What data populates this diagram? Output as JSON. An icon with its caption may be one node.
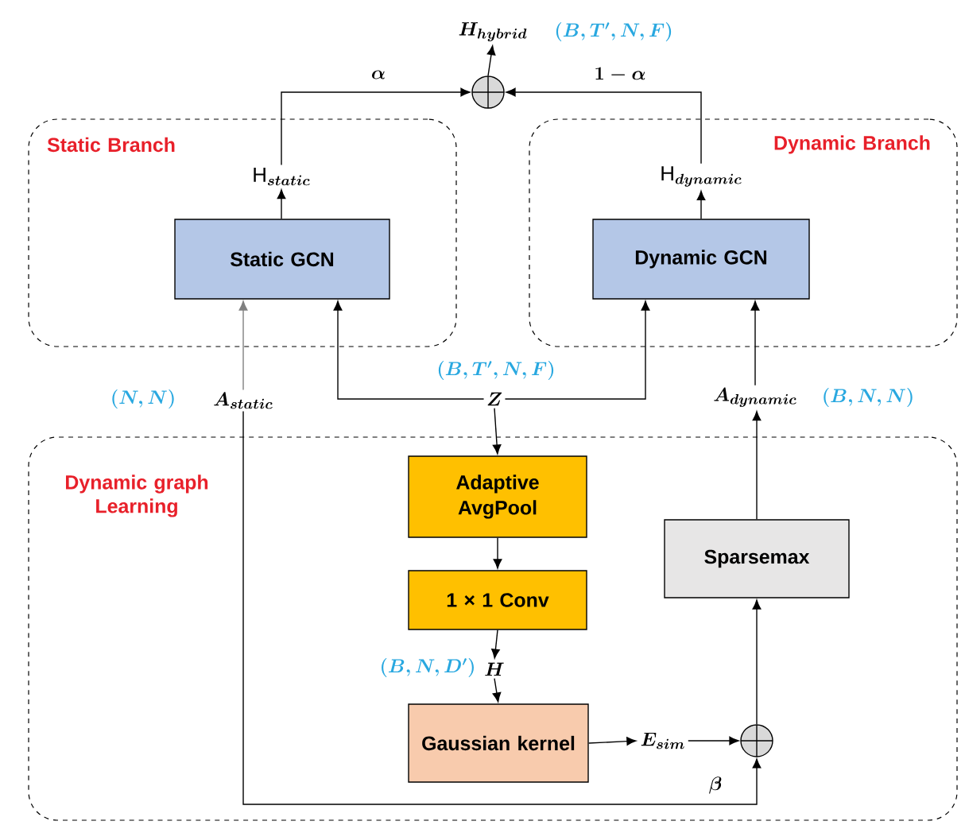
{
  "diagram": {
    "nodes": [
      {
        "text": [
          "Static Branch"
        ]
      },
      {
        "text": [
          "Dynamic Branch"
        ]
      },
      {
        "text": [
          "Dynamic graph Learning"
        ]
      },
      {
        "text": [
          "Static GCN"
        ],
        "in": 0
      },
      {
        "text": [
          "Dynamic GCN"
        ],
        "in": 1
      },
      {
        "text": [
          "\\mathrm{H}_{\\boldsymbol{static}}"
        ],
        "in": 0
      },
      {
        "text": [
          "\\mathrm{H}_{\\boldsymbol{dynamic}}"
        ],
        "in": 1
      },
      {
        "text": [],
        "shape": "circle"
      },
      {
        "text": [
          "\\boldsymbol{H_{hybrid}}"
        ],
        "beside": [
          "\\boldsymbol{(B,T',N,F)}"
        ]
      },
      {
        "text": [
          "\\boldsymbol{A_{static}}"
        ],
        "beside": [
          "\\boldsymbol{(N,N)}"
        ]
      },
      {
        "text": [
          "\\boldsymbol{Z}"
        ],
        "beside": [
          "\\boldsymbol{(B,T',N,F)}"
        ]
      },
      {
        "text": [
          "\\boldsymbol{A_{dynamic}}"
        ],
        "beside": [
          "\\boldsymbol{(B,N,N)}"
        ]
      },
      {
        "text": [
          "Adaptive AvgPool"
        ],
        "in": 2
      },
      {
        "text": [
          "1 × 1 Conv"
        ],
        "in": 2
      },
      {
        "text": [
          "\\boldsymbol{H}"
        ],
        "in": 2,
        "beside": [
          "\\boldsymbol{(B,N,D')}"
        ]
      },
      {
        "text": [
          "Gaussian kernel"
        ],
        "in": 2
      },
      {
        "text": [
          "\\boldsymbol{E_{sim}}"
        ],
        "in": 2
      },
      {
        "text": [],
        "shape": "circle",
        "in": 2
      },
      {
        "text": [
          "Sparsemax"
        ],
        "in": 2
      }
    ],
    "edges": [
      {
        "from": 5,
        "to": 7,
        "arrow": "to",
        "label": "\\boldsymbol{\\alpha}"
      },
      {
        "from": 6,
        "to": 7,
        "arrow": "to",
        "label": "\\boldsymbol{1-\\alpha}"
      },
      {
        "from": 7,
        "to": 8,
        "arrow": "to"
      },
      {
        "from": 3,
        "to": 5,
        "arrow": "to"
      },
      {
        "from": 4,
        "to": 6,
        "arrow": "to"
      },
      {
        "from": 9,
        "to": 3,
        "arrow": "to",
        "color": "#808080"
      },
      {
        "from": 10,
        "to": 3,
        "arrow": "to"
      },
      {
        "from": 10,
        "to": 4,
        "arrow": "to"
      },
      {
        "from": 11,
        "to": 4,
        "arrow": "to"
      },
      {
        "from": 10,
        "to": 12,
        "arrow": "to"
      },
      {
        "from": 12,
        "to": 13,
        "arrow": "to"
      },
      {
        "from": 13,
        "to": 14,
        "arrow": "to"
      },
      {
        "from": 14,
        "to": 15,
        "arrow": "to"
      },
      {
        "from": 15,
        "to": 16,
        "arrow": "to"
      },
      {
        "from": 16,
        "to": 17,
        "arrow": "to"
      },
      {
        "from": 17,
        "to": 18,
        "arrow": "to"
      },
      {
        "from": 18,
        "to": 11,
        "arrow": "to"
      },
      {
        "from": 9,
        "to": 17,
        "arrow": "to",
        "label": "\\boldsymbol{\\beta}"
      }
    ]
  }
}
